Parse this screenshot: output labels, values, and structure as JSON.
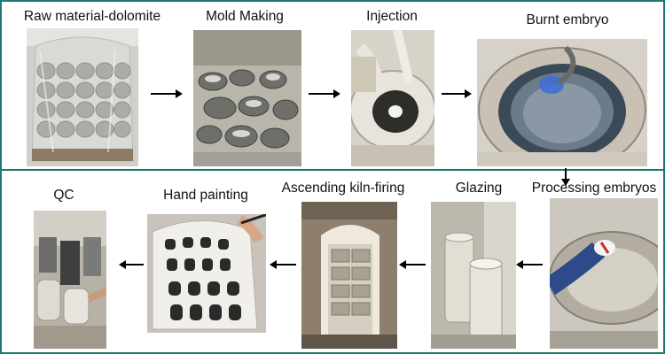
{
  "steps": [
    {
      "label": "Raw material-dolomite"
    },
    {
      "label": "Mold Making"
    },
    {
      "label": "Injection"
    },
    {
      "label": "Burnt embryo"
    },
    {
      "label": "Processing embryos"
    },
    {
      "label": "Glazing"
    },
    {
      "label": "Ascending kiln-firing"
    },
    {
      "label": "Hand painting"
    },
    {
      "label": "QC"
    }
  ],
  "arrows": [
    {
      "from": "Raw material-dolomite",
      "to": "Mold Making",
      "direction": "right"
    },
    {
      "from": "Mold Making",
      "to": "Injection",
      "direction": "right"
    },
    {
      "from": "Injection",
      "to": "Burnt embryo",
      "direction": "right"
    },
    {
      "from": "Burnt embryo",
      "to": "Processing embryos",
      "direction": "down"
    },
    {
      "from": "Processing embryos",
      "to": "Glazing",
      "direction": "left"
    },
    {
      "from": "Glazing",
      "to": "Ascending kiln-firing",
      "direction": "left"
    },
    {
      "from": "Ascending kiln-firing",
      "to": "Hand painting",
      "direction": "left"
    },
    {
      "from": "Hand painting",
      "to": "QC",
      "direction": "left"
    }
  ],
  "colors": {
    "border": "#1f7a73",
    "arrow": "#000000"
  }
}
